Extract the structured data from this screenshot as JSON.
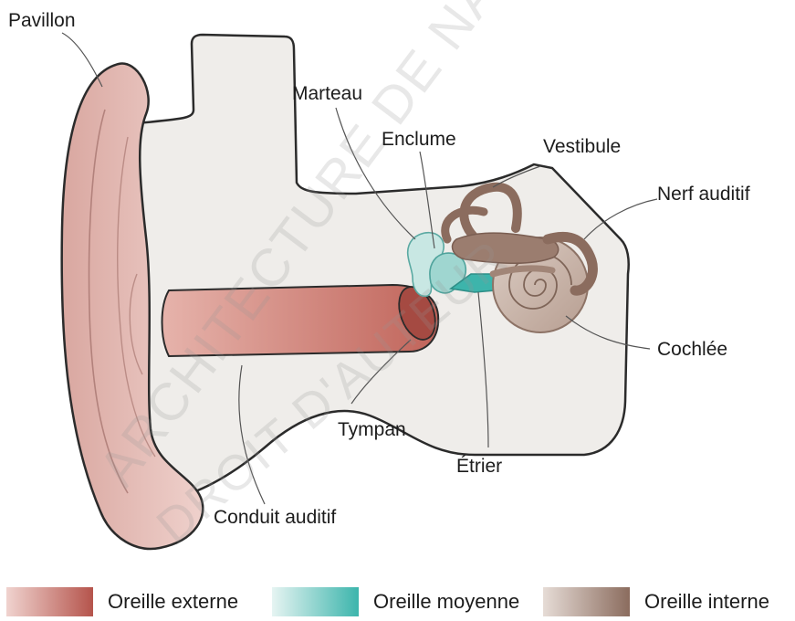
{
  "labels": {
    "pavillon": "Pavillon",
    "marteau": "Marteau",
    "enclume": "Enclume",
    "vestibule": "Vestibule",
    "nerf_auditif": "Nerf auditif",
    "cochlee": "Cochlée",
    "tympan": "Tympan",
    "etrier": "Étrier",
    "conduit_auditif": "Conduit auditif"
  },
  "legend": [
    {
      "label": "Oreille externe",
      "color_from": "#f0d3cf",
      "color_to": "#b5544c"
    },
    {
      "label": "Oreille moyenne",
      "color_from": "#e6f4f2",
      "color_to": "#3cb5ac"
    },
    {
      "label": "Oreille interne",
      "color_from": "#e6dcd6",
      "color_to": "#8b6c5e"
    }
  ],
  "watermark": {
    "line1": "ARCHITECTURE DE NANTES",
    "line2": "DROIT D'AUTEUR"
  },
  "colors": {
    "outer_ear": "#e2b5ae",
    "head_fill": "#efedea",
    "canal": "#c97063",
    "middle_ear": "#8fcfc8",
    "inner_ear": "#b49a8c",
    "outline": "#2b2b2b"
  }
}
